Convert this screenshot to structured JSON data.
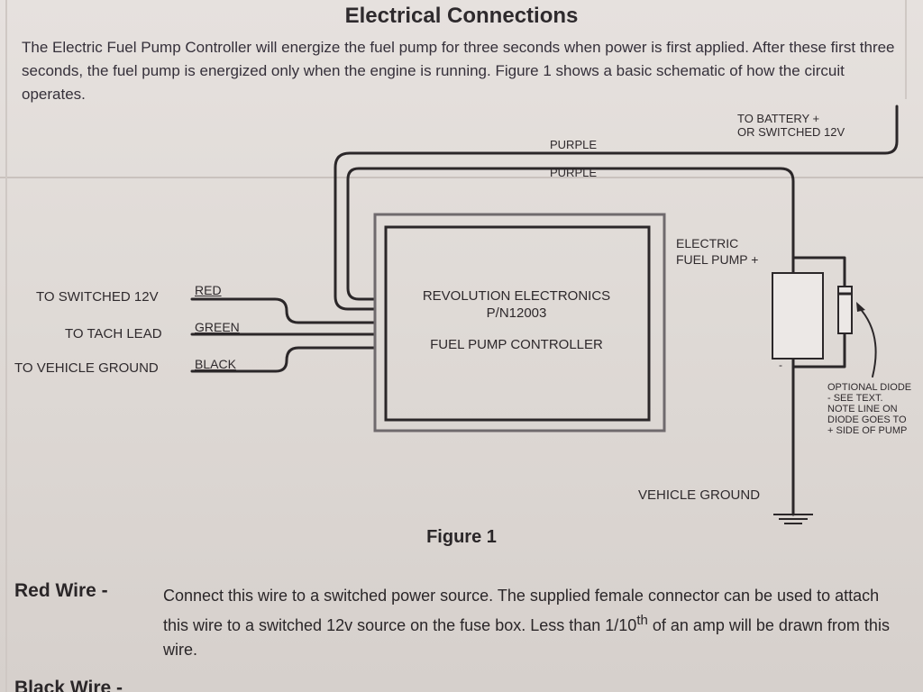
{
  "page": {
    "title": "Electrical Connections",
    "intro": "The Electric Fuel Pump Controller will energize the fuel pump for three seconds when power is first applied.  After these first three seconds, the fuel pump is energized only when the engine is running.  Figure 1 shows a basic schematic of how the circuit operates."
  },
  "schematic": {
    "battery_line1": "TO BATTERY +",
    "battery_line2": "OR SWITCHED 12V",
    "purple_top": "PURPLE",
    "purple_bottom": "PURPLE",
    "left_labels": [
      {
        "label": "TO SWITCHED 12V",
        "wire": "RED"
      },
      {
        "label": "TO TACH LEAD",
        "wire": "GREEN"
      },
      {
        "label": "TO VEHICLE GROUND",
        "wire": "BLACK"
      }
    ],
    "controller": {
      "line1": "REVOLUTION ELECTRONICS",
      "line2": "P/N12003",
      "line3": "FUEL PUMP CONTROLLER"
    },
    "pump_line1": "ELECTRIC",
    "pump_line2": "FUEL PUMP +",
    "pump_minus": "-",
    "diode_note": "OPTIONAL DIODE - SEE TEXT. NOTE LINE ON DIODE GOES TO + SIDE OF PUMP",
    "ground_label": "VEHICLE GROUND",
    "caption": "Figure 1"
  },
  "descriptions": {
    "red_term": "Red Wire -",
    "red_desc_1": "Connect this wire to a switched power source.  The supplied female connector can be used to attach this wire to a switched 12v source on the fuse box.  Less than 1/10",
    "red_desc_sup": "th",
    "red_desc_2": " of an amp will be drawn from this wire.",
    "black_term": "Black Wire -"
  },
  "colors": {
    "ink": "#2a2628",
    "paper": "#e3dedb"
  }
}
